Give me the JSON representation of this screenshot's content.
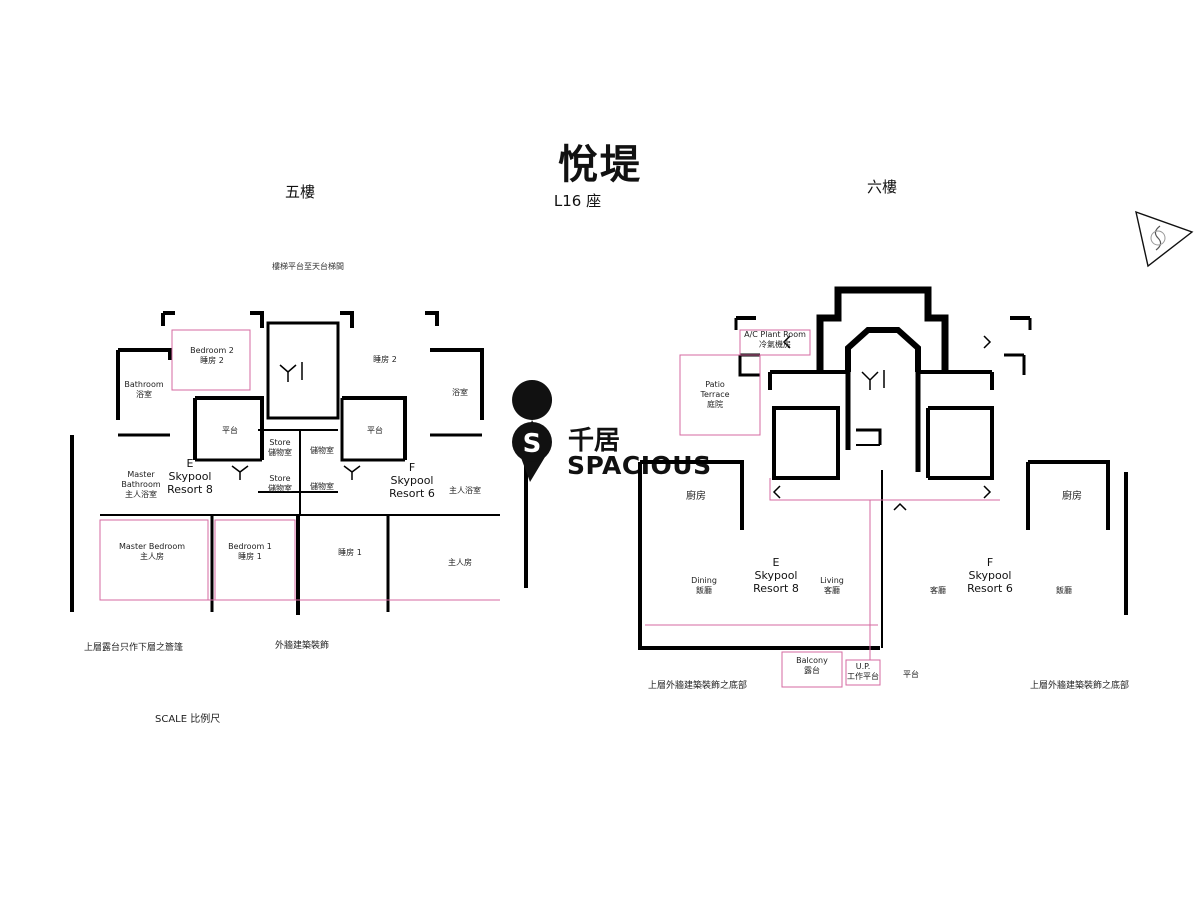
{
  "header": {
    "title": "悅堤",
    "subtitle": "L16 座"
  },
  "floors": {
    "left_label": "五樓",
    "right_label": "六樓"
  },
  "left_plan": {
    "top_note": "樓梯平台至天台梯間",
    "room_labels": {
      "bedroom2_left": "Bedroom 2",
      "bedroom2_left_cn": "睡房 2",
      "bedroom2_right_cn": "睡房 2",
      "bathroom": "Bathroom",
      "bathroom_cn": "浴室",
      "master_bathroom": "Master Bathroom",
      "master_bathroom_cn": "主人浴室",
      "master_bedroom": "Master Bedroom",
      "master_bedroom_cn": "主人房",
      "bedroom1": "Bedroom 1",
      "bedroom1_cn": "睡房 1",
      "bedroom1_right_cn": "睡房 1",
      "master_bedroom_right_cn": "主人房",
      "master_bathroom_right_cn": "主人浴室",
      "bathroom_right_cn": "浴室",
      "store": "Store",
      "store_cn": "儲物室",
      "store2": "Store",
      "store2_cn": "儲物室",
      "store3_cn": "儲物室",
      "store4_cn": "儲物室",
      "flat_roof_left": "平台",
      "flat_roof_right": "平台"
    },
    "unit_e": {
      "letter": "E",
      "name": "Skypool",
      "sub": "Resort 8"
    },
    "unit_f": {
      "letter": "F",
      "name": "Skypool",
      "sub": "Resort 6"
    },
    "bottom_note_left": "上層露台只作下層之簷篷",
    "bottom_note_right": "外牆建築裝飾",
    "scale_label": "SCALE 比例尺"
  },
  "right_plan": {
    "room_labels": {
      "ac_room": "A/C Plant Room",
      "ac_room_cn": "冷氣機房",
      "patio": "Patio Terrace",
      "patio_cn": "庭院",
      "kitchen_cn": "廚房",
      "kitchen_right_cn": "廚房",
      "dining": "Dining",
      "dining_cn": "飯廳",
      "living": "Living",
      "living_cn": "客廳",
      "living_right_cn": "客廳",
      "dining_right_cn": "飯廳",
      "balcony": "Balcony",
      "balcony_cn": "露台",
      "utility": "U.P.",
      "utility_cn": "工作平台",
      "flat_roof_cn": "平台"
    },
    "unit_e": {
      "letter": "E",
      "name": "Skypool",
      "sub": "Resort 8"
    },
    "unit_f": {
      "letter": "F",
      "name": "Skypool",
      "sub": "Resort 6"
    },
    "bottom_note_left": "上層外牆建築裝飾之底部",
    "bottom_note_right": "上層外牆建築裝飾之底部"
  },
  "logo": {
    "cn": "千居",
    "en": "SPACIOUS"
  },
  "colors": {
    "wall": "#000000",
    "pink_line": "#d46aa0",
    "brand_black": "#111111"
  },
  "icons": {
    "compass": "north-arrow-icon",
    "logo_mark": "spacious-s-logo-icon"
  }
}
